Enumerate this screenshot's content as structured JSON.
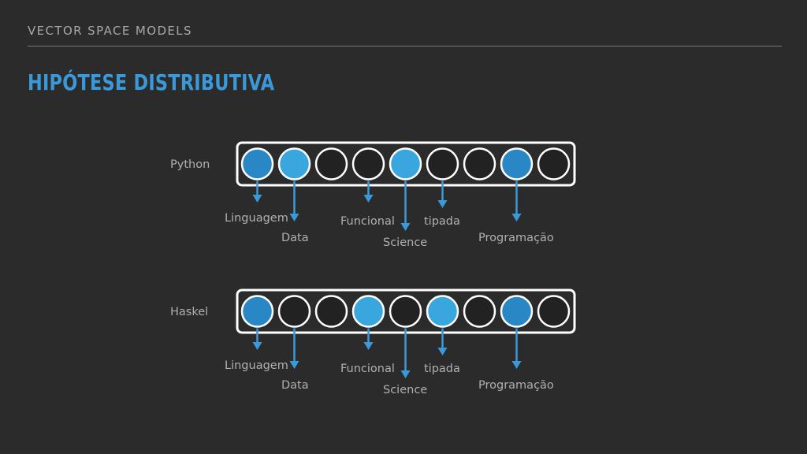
{
  "header": {
    "section": "VECTOR SPACE MODELS",
    "title": "HIPÓTESE DISTRIBUTIVA"
  },
  "colors": {
    "background": "#2b2b2b",
    "title": "#3a9ad9",
    "strong": "#2a87c6",
    "light": "#39a6de",
    "empty": "#222222",
    "outline": "#ffffff",
    "arrow": "#3a9ad9",
    "text": "#b0b0b0"
  },
  "vectors": [
    {
      "name": "Python",
      "cells": [
        "strong",
        "light",
        "empty",
        "empty",
        "light",
        "empty",
        "empty",
        "strong",
        "empty"
      ],
      "labels": [
        {
          "cell": 0,
          "text": "Linguagem"
        },
        {
          "cell": 1,
          "text": "Data"
        },
        {
          "cell": 3,
          "text": "Funcional"
        },
        {
          "cell": 4,
          "text": "Science"
        },
        {
          "cell": 5,
          "text": "tipada"
        },
        {
          "cell": 7,
          "text": "Programação"
        }
      ]
    },
    {
      "name": "Haskel",
      "cells": [
        "strong",
        "empty",
        "empty",
        "light",
        "empty",
        "light",
        "empty",
        "strong",
        "empty"
      ],
      "labels": [
        {
          "cell": 0,
          "text": "Linguagem"
        },
        {
          "cell": 1,
          "text": "Data"
        },
        {
          "cell": 3,
          "text": "Funcional"
        },
        {
          "cell": 4,
          "text": "Science"
        },
        {
          "cell": 5,
          "text": "tipada"
        },
        {
          "cell": 7,
          "text": "Programação"
        }
      ]
    }
  ]
}
